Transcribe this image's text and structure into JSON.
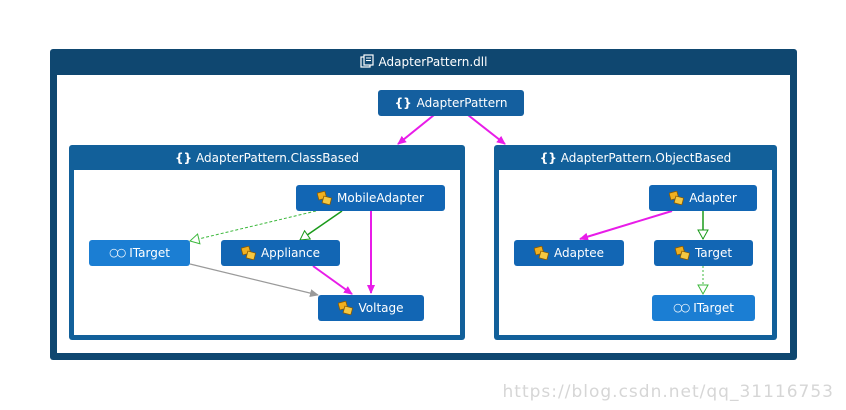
{
  "assembly": {
    "title": "AdapterPattern.dll",
    "icon": "assembly-icon"
  },
  "root_namespace": {
    "label": "AdapterPattern",
    "icon": "namespace-icon"
  },
  "class_based": {
    "title": "AdapterPattern.ClassBased",
    "nodes": {
      "mobile_adapter": "MobileAdapter",
      "itarget": "ITarget",
      "appliance": "Appliance",
      "voltage": "Voltage"
    }
  },
  "object_based": {
    "title": "AdapterPattern.ObjectBased",
    "nodes": {
      "adapter": "Adapter",
      "adaptee": "Adaptee",
      "target": "Target",
      "itarget": "ITarget"
    }
  },
  "watermark": "https://blog.csdn.net/qq_31116753",
  "colors": {
    "container": "#0f4770",
    "sub_container": "#12609a",
    "class_node": "#1266b4",
    "interface_node": "#1b7ed3",
    "dependency_edge": "#e81ce8",
    "inheritance_edge": "#1a9a1a",
    "implements_edge": "#3cb83c",
    "reference_edge": "#9a9a9a"
  }
}
